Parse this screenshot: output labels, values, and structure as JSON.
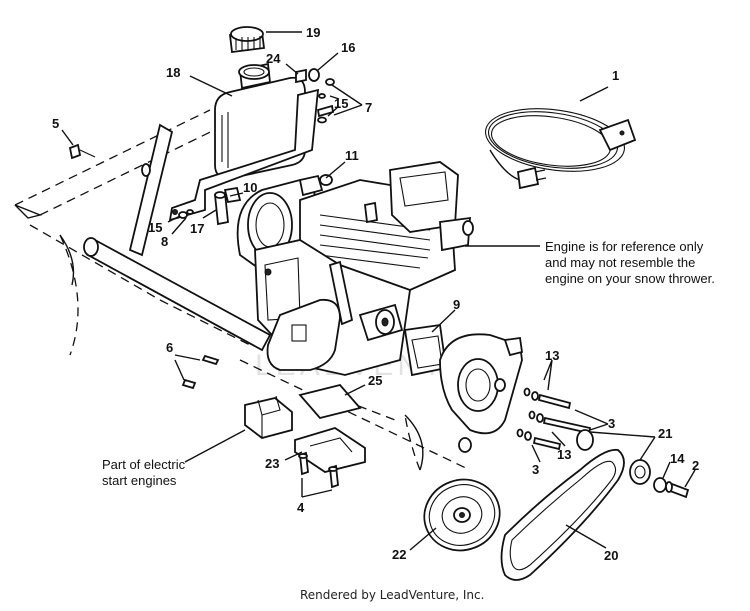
{
  "callouts": [
    "19",
    "24",
    "16",
    "18",
    "7",
    "15",
    "1",
    "5",
    "11",
    "10",
    "15",
    "8",
    "17",
    "9",
    "6",
    "13",
    "25",
    "3",
    "21",
    "13",
    "23",
    "3",
    "14",
    "2",
    "4",
    "22",
    "20"
  ],
  "notes": {
    "engine_line1": "Engine is for reference only",
    "engine_line2": "and may not resemble the",
    "engine_line3": "engine on your snow thrower.",
    "electric_line1": "Part of electric",
    "electric_line2": "start engines"
  },
  "watermark": "LEADVENTURE",
  "footer": "Rendered by LeadVenture, Inc."
}
